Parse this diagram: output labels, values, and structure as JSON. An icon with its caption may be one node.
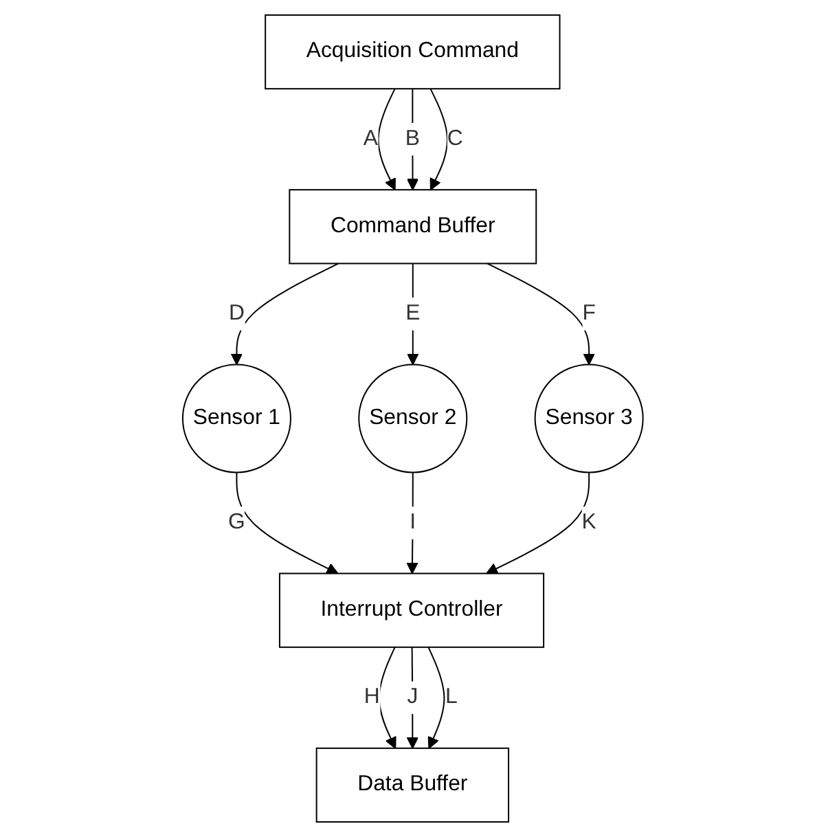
{
  "diagram": {
    "nodes": [
      {
        "text": [
          "Acquisition Command"
        ]
      },
      {
        "text": [
          "Command Buffer"
        ]
      },
      {
        "text": [
          "Sensor 1"
        ]
      },
      {
        "text": [
          "Sensor 2"
        ]
      },
      {
        "text": [
          "Sensor 3"
        ]
      },
      {
        "text": [
          "Interrupt Controller"
        ]
      },
      {
        "text": [
          "Data Buffer"
        ]
      }
    ],
    "edges": [
      {
        "from": 0,
        "to": 1,
        "arrow": "to",
        "label": "A"
      },
      {
        "from": 0,
        "to": 1,
        "arrow": "to",
        "label": "B"
      },
      {
        "from": 0,
        "to": 1,
        "arrow": "to",
        "label": "C"
      },
      {
        "from": 1,
        "to": 2,
        "arrow": "to",
        "label": "D"
      },
      {
        "from": 1,
        "to": 3,
        "arrow": "to",
        "label": "E"
      },
      {
        "from": 1,
        "to": 4,
        "arrow": "to",
        "label": "F"
      },
      {
        "from": 2,
        "to": 5,
        "arrow": "to",
        "label": "G"
      },
      {
        "from": 3,
        "to": 5,
        "arrow": "to",
        "label": "I"
      },
      {
        "from": 4,
        "to": 5,
        "arrow": "to",
        "label": "K"
      },
      {
        "from": 5,
        "to": 6,
        "arrow": "to",
        "label": "H"
      },
      {
        "from": 5,
        "to": 6,
        "arrow": "to",
        "label": "J"
      },
      {
        "from": 5,
        "to": 6,
        "arrow": "to",
        "label": "L"
      }
    ]
  }
}
